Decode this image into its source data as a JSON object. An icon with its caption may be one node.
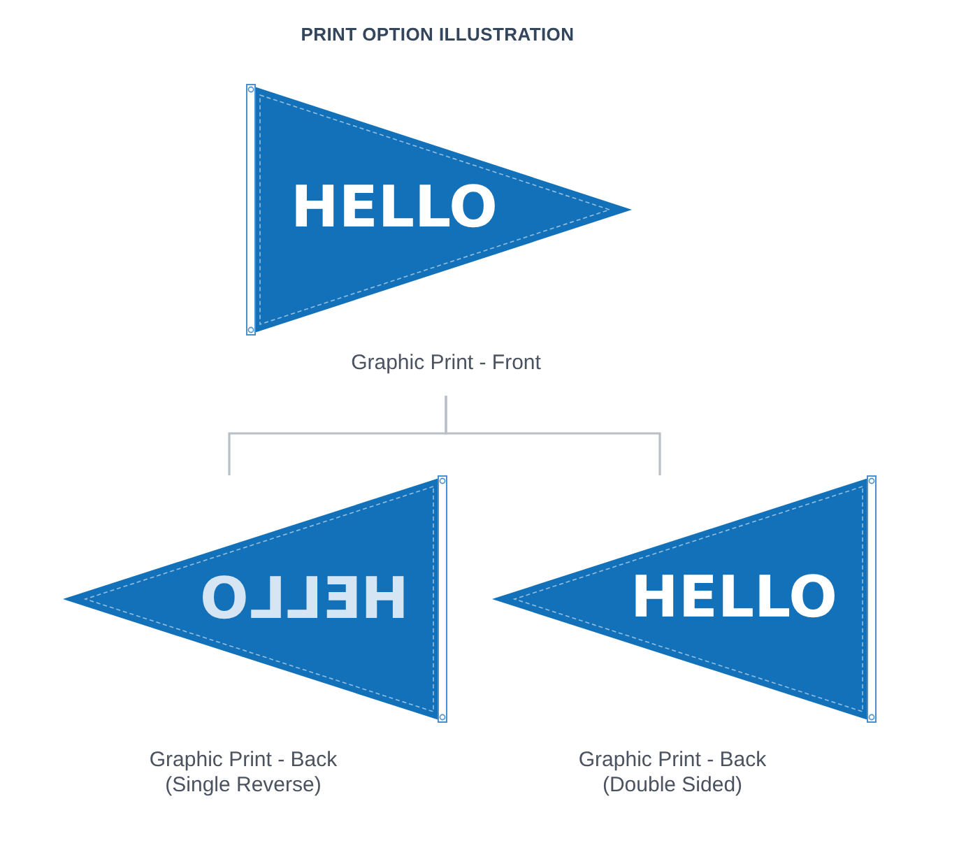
{
  "diagram": {
    "title": "PRINT OPTION ILLUSTRATION",
    "nodes": [
      {
        "text": [
          "HELLO"
        ],
        "beside": [
          "Graphic Print - Front"
        ]
      },
      {
        "text": [
          "O⅃⅃ƎH"
        ],
        "beside": [
          "Graphic Print - Back (Single Reverse)"
        ]
      },
      {
        "text": [
          "HELLO"
        ],
        "beside": [
          "Graphic Print - Back (Double Sided)"
        ]
      }
    ],
    "edges": [
      {
        "from": 0,
        "to": 1,
        "arrow": "none"
      },
      {
        "from": 0,
        "to": 2,
        "arrow": "none"
      }
    ]
  }
}
